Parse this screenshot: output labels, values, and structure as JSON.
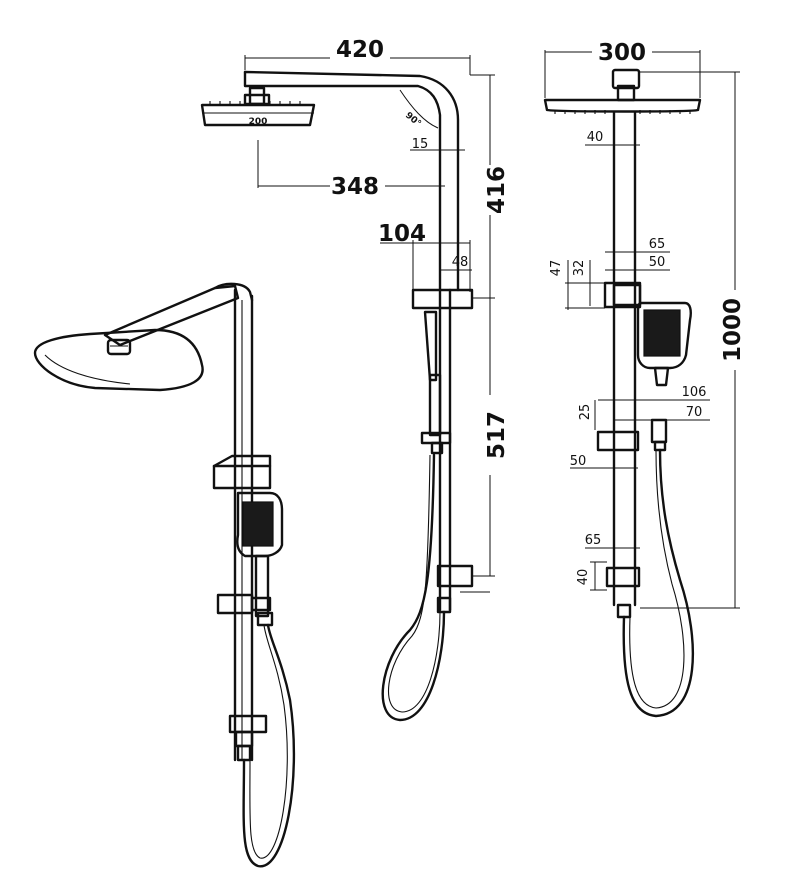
{
  "dimensions": {
    "side_arm_width": "420",
    "head_offset": "348",
    "head_diameter": "200",
    "arm_angle": "90°",
    "arm_gap": "15",
    "bracket_projection": "104",
    "bracket_depth": "48",
    "upper_height": "416",
    "lower_height": "517",
    "head_width": "300",
    "rail_width": "40",
    "top_bracket_width": "65",
    "top_bracket_inner": "50",
    "top_bracket_height": "47",
    "top_bracket_inner_height": "32",
    "holder_width": "106",
    "holder_inner": "70",
    "holder_height": "25",
    "holder_base": "50",
    "bottom_bracket_width": "65",
    "bottom_bracket_height": "40",
    "total_height": "1000"
  },
  "colors": {
    "line": "#111111",
    "background": "#ffffff"
  }
}
